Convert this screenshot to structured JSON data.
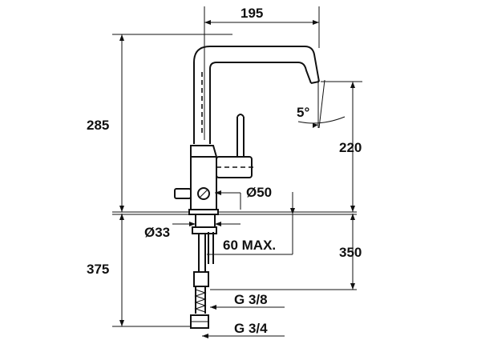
{
  "dimensions": {
    "width_top": "195",
    "total_height": "285",
    "spout_height": "220",
    "spout_angle": "5°",
    "body_diameter": "Ø50",
    "hole_diameter": "Ø33",
    "deck_thickness": "60 MAX.",
    "connection_length": "350",
    "lower_length": "375",
    "thread_small": "G 3/8",
    "thread_large": "G 3/4"
  },
  "colors": {
    "line": "#111111",
    "background": "#ffffff"
  }
}
